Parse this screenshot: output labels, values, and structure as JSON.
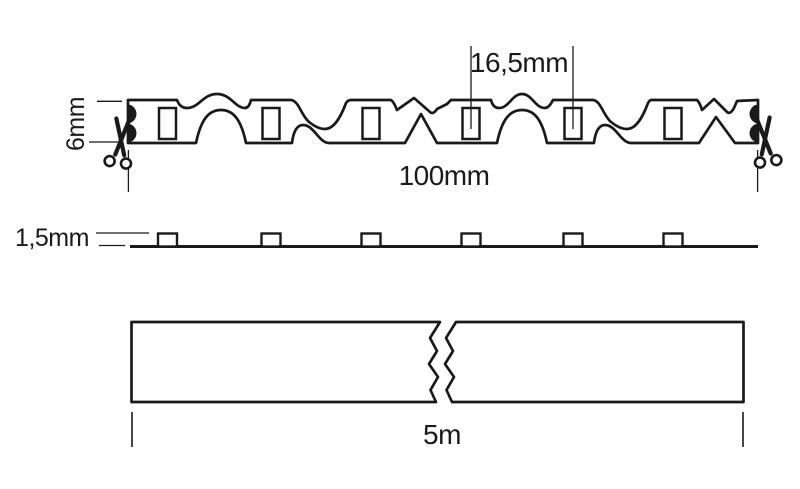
{
  "canvas": {
    "background": "#ffffff",
    "line_color": "#1a1a1a"
  },
  "views": {
    "top": {
      "description": "LED strip top view, serpentine S-shape",
      "led_count": 6,
      "pitch_label": "16,5mm",
      "width_label": "6mm",
      "length_label": "100mm"
    },
    "side": {
      "description": "LED strip side profile",
      "led_count": 6,
      "thickness_label": "1,5mm"
    },
    "reel": {
      "description": "Full strip length with break symbol",
      "length_label": "5m"
    }
  }
}
